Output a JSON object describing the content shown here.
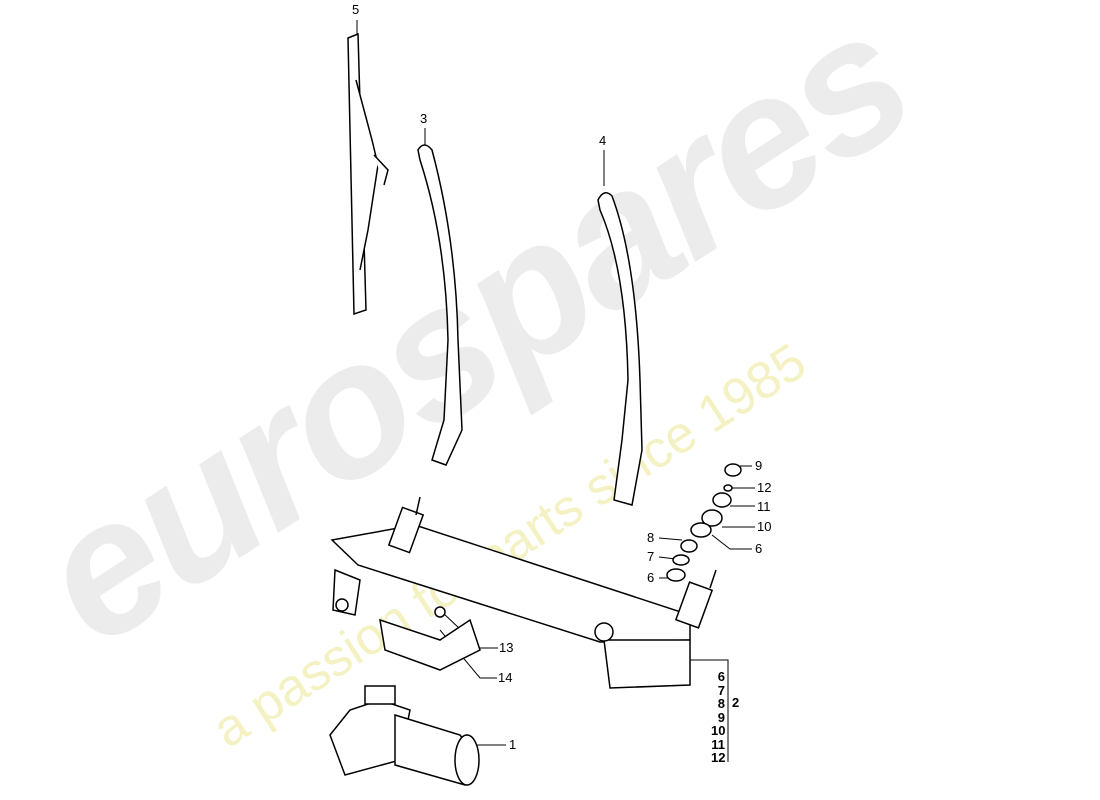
{
  "watermark": {
    "brand": "eurospares",
    "tagline": "a passion for parts since 1985"
  },
  "callouts": {
    "c5": "5",
    "c3": "3",
    "c4": "4",
    "c9": "9",
    "c12": "12",
    "c11": "11",
    "c10": "10",
    "c6a": "6",
    "c8": "8",
    "c7": "7",
    "c6b": "6",
    "c13": "13",
    "c14": "14",
    "c1": "1",
    "c2": "2"
  },
  "group_2_items": [
    "6",
    "7",
    "8",
    "9",
    "10",
    "11",
    "12"
  ]
}
